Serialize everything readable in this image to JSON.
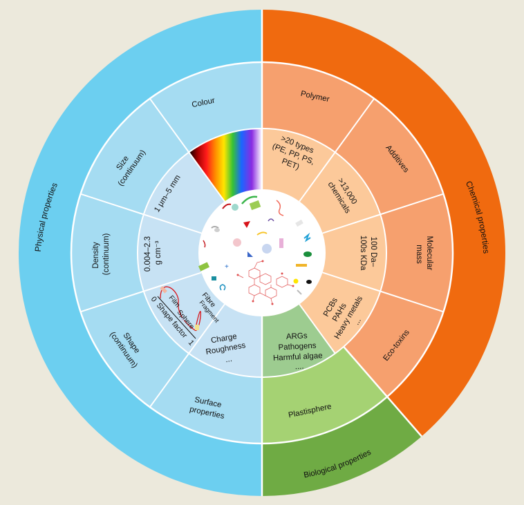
{
  "colors": {
    "background": "#ece9dc",
    "physical_outer": "#6ccff0",
    "physical_mid": "#a5dcf2",
    "physical_inner": "#c7e2f4",
    "chemical_outer": "#f06a0f",
    "chemical_mid": "#f6a06e",
    "chemical_inner": "#fcc99a",
    "biological_outer": "#6fab44",
    "biological_mid": "#a5d273",
    "biological_inner": "#9dcc90",
    "divider": "#ffffff"
  },
  "outer_ring": {
    "physical": "Physical properties",
    "chemical": "Chemical properties",
    "biological": "Biological properties"
  },
  "middle_ring": {
    "colour": "Colour",
    "size": [
      "Size",
      "(continuum)"
    ],
    "density": [
      "Density",
      "(continuum)"
    ],
    "shape": [
      "Shape",
      "(continuum)"
    ],
    "surface": [
      "Surface",
      "properties"
    ],
    "plastisphere": "Plastisphere",
    "polymer": "Polymer",
    "additives": "Additives",
    "molecular_mass": [
      "Molecular",
      "mass"
    ],
    "eco_toxins": "Eco-toxins"
  },
  "inner_ring": {
    "size_range": "1 μm–5 mm",
    "density_range": [
      "0.004–2.3",
      "g cm⁻³"
    ],
    "shape_factor": {
      "fibre": "Fibre",
      "film": "Film",
      "sphere": "Sphere",
      "fragment": "Fragment",
      "axis_label": "Shape factor",
      "min": "0",
      "max": "1"
    },
    "surface": [
      "Charge",
      "Roughness",
      "..."
    ],
    "biological": [
      "ARGs",
      "Pathogens",
      "Harmful algae",
      "...."
    ],
    "polymer_types": [
      ">20 types",
      "(PE, PP, PS,",
      "PET)"
    ],
    "additives": [
      ">13,000",
      "chemicals"
    ],
    "molecular_mass": [
      "100 Da–",
      "100s KDa"
    ],
    "eco_toxins": [
      "PCBs",
      "PAHs",
      "Heavy metals",
      "..."
    ]
  },
  "center": {
    "description_icon": "microplastic-particles-and-molecule-icon"
  }
}
